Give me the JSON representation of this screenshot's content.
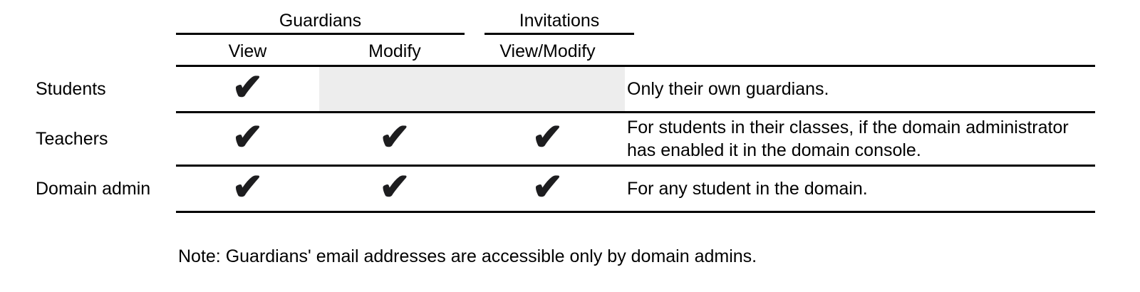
{
  "table": {
    "col_groups": [
      {
        "label": "Guardians"
      },
      {
        "label": "Invitations"
      }
    ],
    "columns": [
      {
        "label": "View"
      },
      {
        "label": "Modify"
      },
      {
        "label": "View/Modify"
      }
    ],
    "rows": [
      {
        "label": "Students",
        "cells": {
          "view": "✔",
          "modify": "",
          "view_modify": ""
        },
        "note": "Only their own guardians."
      },
      {
        "label": "Teachers",
        "cells": {
          "view": "✔",
          "modify": "✔",
          "view_modify": "✔"
        },
        "note": "For students in their classes, if the domain administrator has enabled it in the domain console."
      },
      {
        "label": "Domain admin",
        "cells": {
          "view": "✔",
          "modify": "✔",
          "view_modify": "✔"
        },
        "note": "For any student in the domain."
      }
    ],
    "footnote": "Note: Guardians' email addresses are accessible only by domain admins."
  },
  "icons": {
    "check": "✔"
  },
  "colors": {
    "text": "#000000",
    "check": "#1d1d1f",
    "disabled_cell": "#ededed",
    "line": "#000000",
    "background": "#ffffff"
  }
}
